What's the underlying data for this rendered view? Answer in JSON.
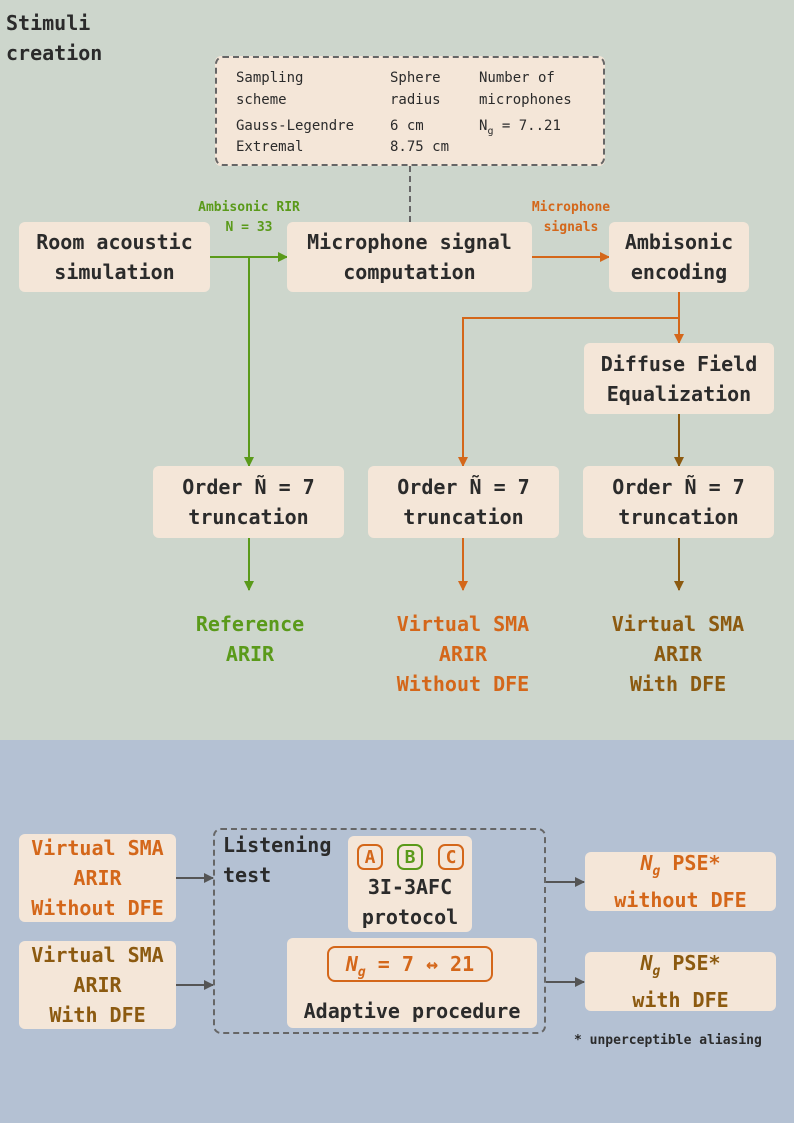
{
  "colors": {
    "green": "#5a9a1a",
    "orange": "#d4671a",
    "brown": "#8c5a10",
    "gray": "#555555",
    "top_bg": "#cdd6cc",
    "bottom_bg": "#b4c1d3",
    "box_bg": "#f4e6d8"
  },
  "section_title": "Stimuli\ncreation",
  "params": {
    "headers": [
      "Sampling\nscheme",
      "Sphere\nradius",
      "Number of\nmicrophones"
    ],
    "schemes": [
      "Gauss-Legendre",
      "Extremal"
    ],
    "radii": [
      "6 cm",
      "8.75 cm"
    ],
    "mic_count_symbol": "N",
    "mic_count_sub": "g",
    "mic_count_range": " = 7..21"
  },
  "nodes": {
    "room_sim": "Room acoustic\nsimulation",
    "mic_signal": "Microphone signal\ncomputation",
    "amb_encoding": "Ambisonic\nencoding",
    "dfe": "Diffuse Field\nEqualization",
    "trunc_ref": "Order Ñ = 7\ntruncation",
    "trunc_nodfe": "Order Ñ = 7\ntruncation",
    "trunc_dfe": "Order Ñ = 7\ntruncation"
  },
  "edge_labels": {
    "ambisonic_rir": "Ambisonic RIR\nN = 33",
    "mic_signals": "Microphone\nsignals"
  },
  "outputs": {
    "reference": "Reference\nARIR",
    "sma_nodfe": "Virtual SMA\nARIR\nWithout DFE",
    "sma_dfe": "Virtual SMA\nARIR\nWith DFE"
  },
  "listening": {
    "input_nodfe": "Virtual SMA\nARIR\nWithout DFE",
    "input_dfe": "Virtual SMA\nARIR\nWith DFE",
    "title": "Listening\ntest",
    "badges": [
      "A",
      "B",
      "C"
    ],
    "protocol": "3I-3AFC\nprotocol",
    "ng_range_symbol": "N",
    "ng_range_sub": "g",
    "ng_range_text": " = 7 ↔ 21",
    "procedure": "Adaptive procedure",
    "result_nodfe_symbol": "N",
    "result_nodfe_sub": "g",
    "result_nodfe_line1": " PSE*",
    "result_nodfe_line2": "without DFE",
    "result_dfe_symbol": "N",
    "result_dfe_sub": "g",
    "result_dfe_line1": " PSE*",
    "result_dfe_line2": "with DFE",
    "footnote": "* unperceptible aliasing"
  }
}
